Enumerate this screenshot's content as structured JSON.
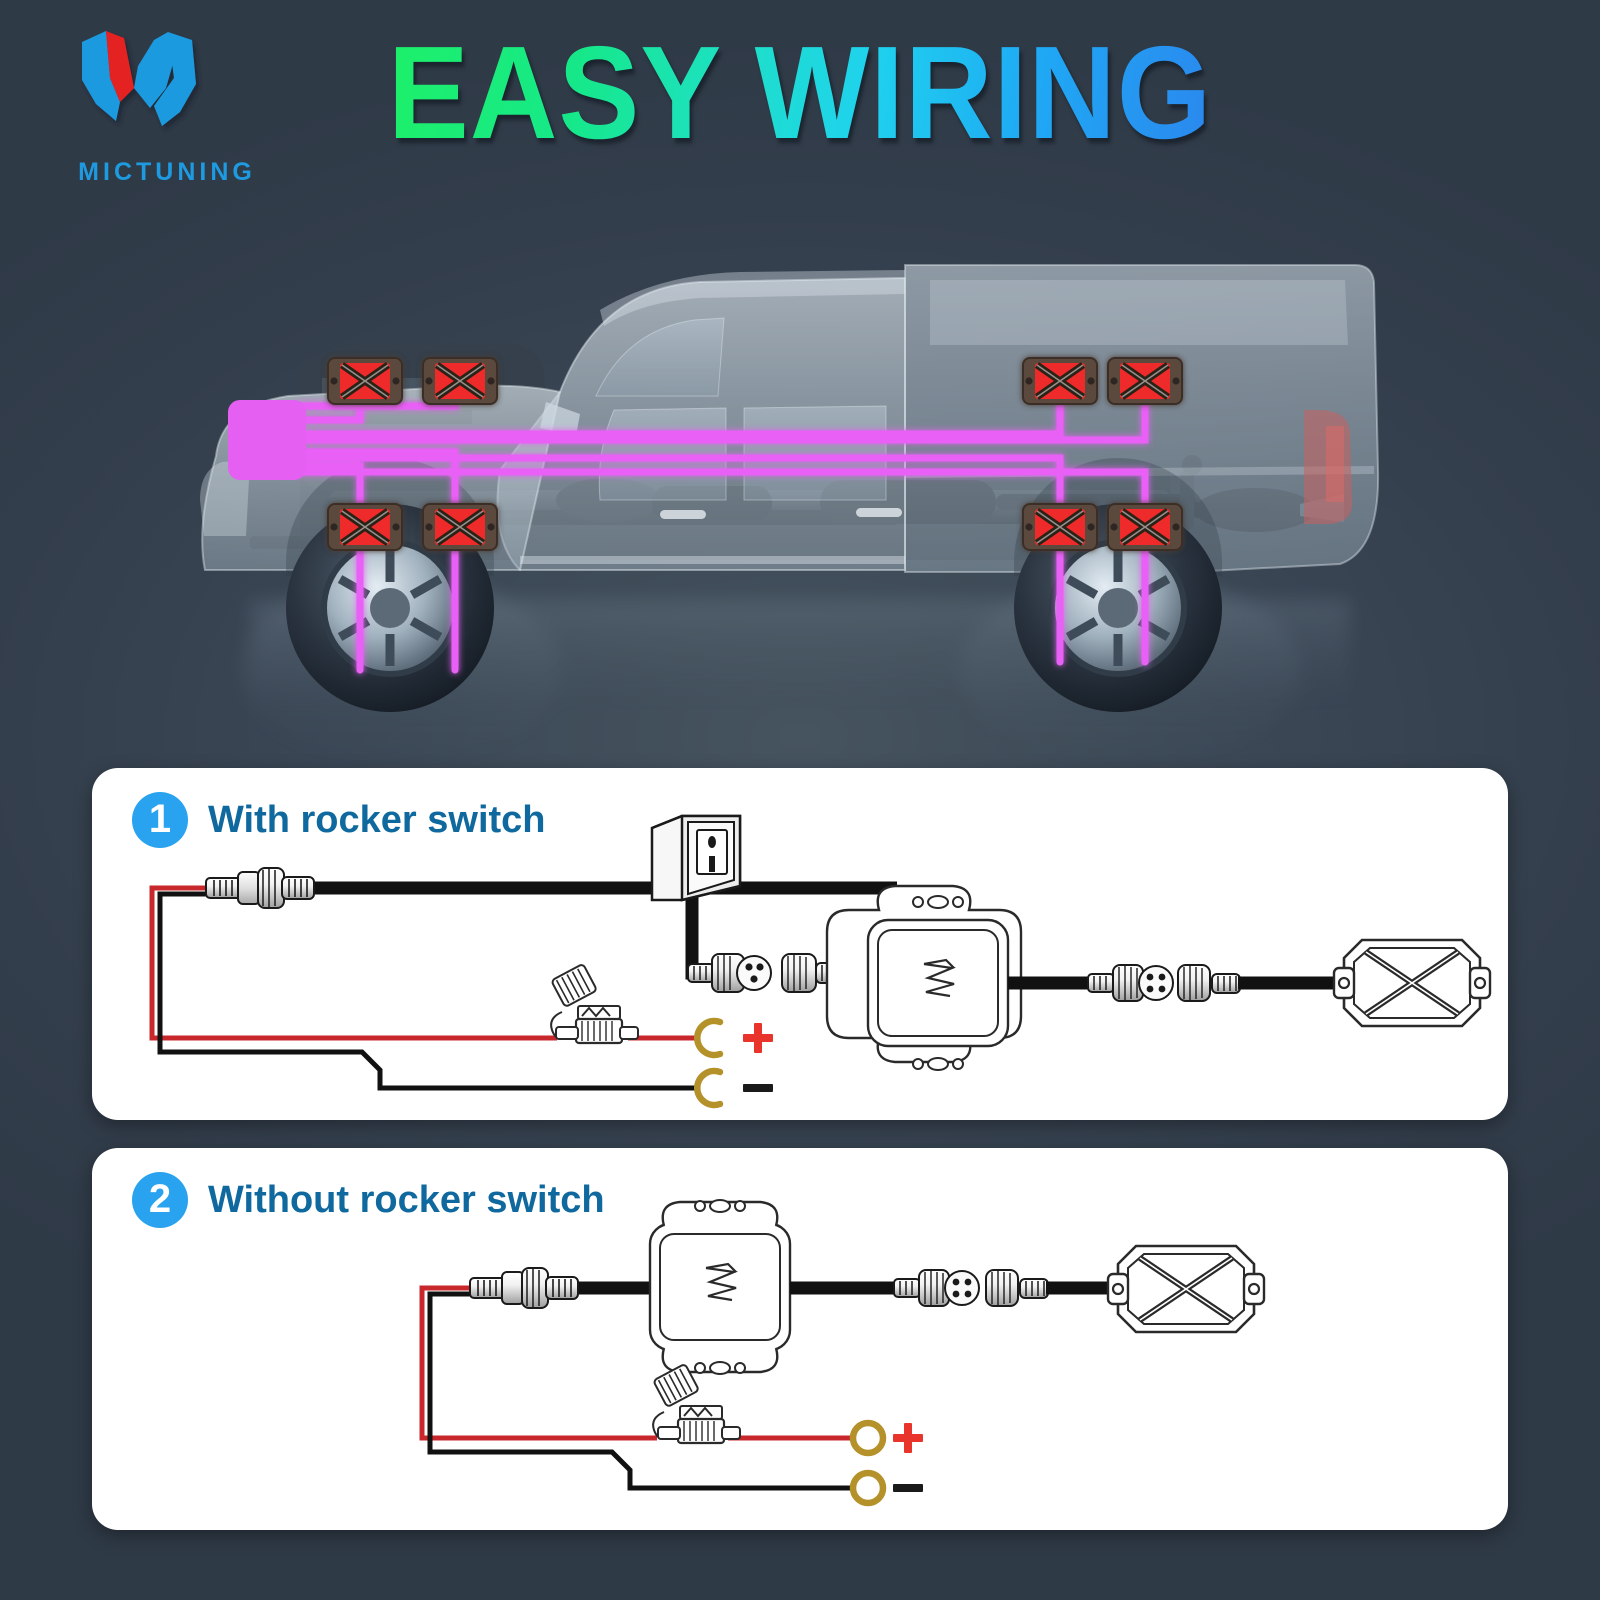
{
  "brand": {
    "name": "MICTUNING",
    "logo_icon": "mictuning-m-logo-icon",
    "logo_blue": "#1e9ae0",
    "logo_red": "#e52421"
  },
  "header": {
    "title": "EASY WIRING",
    "title_gradient_from": "#1df068",
    "title_gradient_to": "#2b87ee"
  },
  "background": {
    "color": "#37434f",
    "accent_wire_color": "#e861f5"
  },
  "hero": {
    "vehicle": "pickup-truck-ghosted-illustration",
    "controller_box_color": "#e45ff2",
    "pod_lights": [
      {
        "position": "front-upper-left",
        "style": "red-x-led-pod"
      },
      {
        "position": "front-upper-right",
        "style": "red-x-led-pod"
      },
      {
        "position": "front-lower-left",
        "style": "red-x-led-pod"
      },
      {
        "position": "front-lower-right",
        "style": "red-x-led-pod"
      },
      {
        "position": "rear-upper-left",
        "style": "red-x-led-pod"
      },
      {
        "position": "rear-upper-right",
        "style": "red-x-led-pod"
      },
      {
        "position": "rear-lower-left",
        "style": "red-x-led-pod"
      },
      {
        "position": "rear-lower-right",
        "style": "red-x-led-pod"
      }
    ],
    "pod_count": 8
  },
  "panels": [
    {
      "number": "1",
      "title": "With rocker switch",
      "badge_color": "#29a3ef",
      "title_color": "#10699e",
      "terminals": [
        {
          "label": "+",
          "color": "#e8342a",
          "wire": "red",
          "ring": "c-ring-terminal"
        },
        {
          "label": "–",
          "color": "#1a1a1a",
          "wire": "black",
          "ring": "c-ring-terminal"
        }
      ],
      "components": [
        "barrel-connector",
        "rocker-switch",
        "3-pin-connector",
        "controller-box",
        "4-pin-connector",
        "rock-light-pod",
        "inline-fuse-holder"
      ]
    },
    {
      "number": "2",
      "title": "Without rocker switch",
      "badge_color": "#29a3ef",
      "title_color": "#10699e",
      "terminals": [
        {
          "label": "+",
          "color": "#e8342a",
          "wire": "red",
          "ring": "o-ring-terminal"
        },
        {
          "label": "–",
          "color": "#1a1a1a",
          "wire": "black",
          "ring": "o-ring-terminal"
        }
      ],
      "components": [
        "barrel-connector",
        "controller-box",
        "4-pin-connector",
        "rock-light-pod",
        "inline-fuse-holder"
      ]
    }
  ]
}
